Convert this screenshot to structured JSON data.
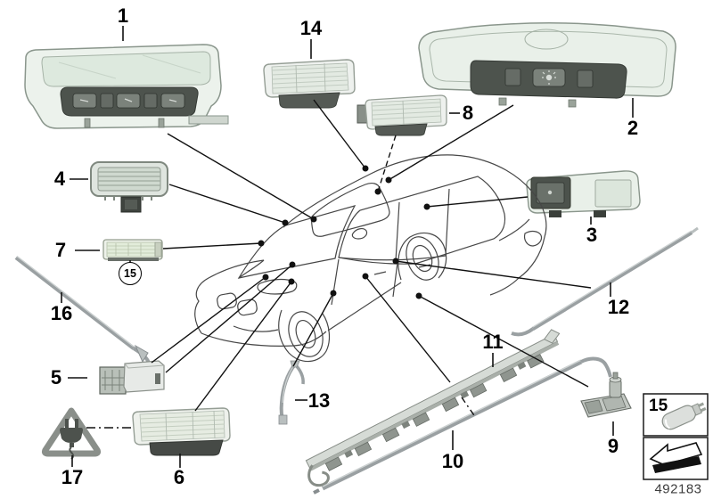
{
  "labels": {
    "p1": "1",
    "p2": "2",
    "p3": "3",
    "p4": "4",
    "p5": "5",
    "p6": "6",
    "p7": "7",
    "p8": "8",
    "p9": "9",
    "p10": "10",
    "p11": "11",
    "p12": "12",
    "p13": "13",
    "p14": "14",
    "p16": "16",
    "p17": "17",
    "callout_15": "15",
    "box_15": "15"
  },
  "footer": {
    "diagram_number": "492183"
  },
  "colors": {
    "background": "#ffffff",
    "car_line": "#474747",
    "leader_line": "#111111",
    "label_text": "#000000",
    "part_body": "#eaf0ea",
    "part_lens": "#dfe9df",
    "control_panel_dark": "#4d534d",
    "strip_gray": "#9aa0a2",
    "strip_light": "#d6dbd6",
    "lamp_base_dark": "#4a4e4a"
  }
}
